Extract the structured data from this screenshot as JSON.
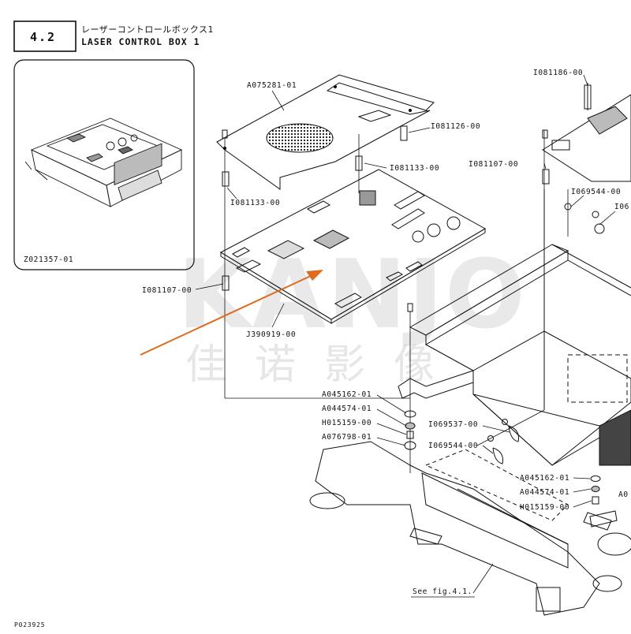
{
  "header": {
    "section_number": "4.2",
    "title_ja": "レーザーコントロールボックス1",
    "title_en": "LASER CONTROL BOX 1"
  },
  "inset": {
    "part_code": "Z021357-01"
  },
  "parts": {
    "cover_plate": "A075281-01",
    "spacer_top": "I081126-00",
    "standoff_right_top": "I081186-00",
    "standoff_mid": "I081133-00",
    "standoff_left": "I081133-00",
    "standoff_right": "I081107-00",
    "standoff_lower_left": "I081107-00",
    "clip_right_1": "I069544-00",
    "clip_right_2": "I06",
    "pcb_main": "J390919-00",
    "washer_1": "A045162-01",
    "washer_2": "A044574-01",
    "spacer_1": "H015159-00",
    "foot_1": "A076798-01",
    "clip_mid_1": "I069537-00",
    "clip_mid_2": "I069544-00",
    "washer_r1": "A045162-01",
    "washer_r2": "A044574-01",
    "spacer_r": "H015159-00",
    "part_r_cut": "A0"
  },
  "reference": "See fig.4.1.",
  "drawing_code": "P023925",
  "watermark": {
    "latin": "KANJO",
    "chinese": "佳诺影像"
  },
  "colors": {
    "line": "#111111",
    "arrow": "#e06a1a",
    "watermark": "#cfcfcf"
  }
}
